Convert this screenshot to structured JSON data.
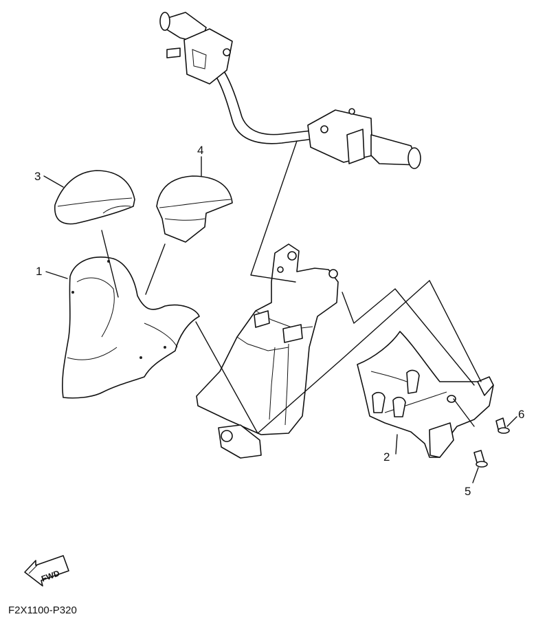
{
  "figure": {
    "code": "F2X1100-P320",
    "fwd_label": "FWD"
  },
  "callouts": [
    {
      "id": "1",
      "label": "1"
    },
    {
      "id": "2",
      "label": "2"
    },
    {
      "id": "3",
      "label": "3"
    },
    {
      "id": "4",
      "label": "4"
    },
    {
      "id": "5",
      "label": "5"
    },
    {
      "id": "6",
      "label": "6"
    }
  ]
}
